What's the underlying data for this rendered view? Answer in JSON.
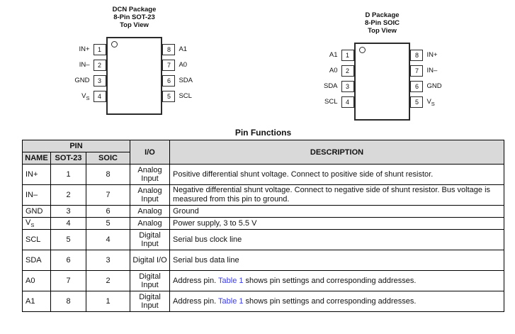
{
  "packages": [
    {
      "title_lines": [
        "DCN Package",
        "8-Pin SOT-23",
        "Top View"
      ],
      "left_pins": [
        {
          "label": "IN+",
          "num": "1"
        },
        {
          "label": "IN–",
          "num": "2"
        },
        {
          "label": "GND",
          "num": "3"
        },
        {
          "label": "V",
          "label_sub": "S",
          "num": "4"
        }
      ],
      "right_pins": [
        {
          "num": "8",
          "label": "A1"
        },
        {
          "num": "7",
          "label": "A0"
        },
        {
          "num": "6",
          "label": "SDA"
        },
        {
          "num": "5",
          "label": "SCL"
        }
      ]
    },
    {
      "title_lines": [
        "D Package",
        "8-Pin SOIC",
        "Top View"
      ],
      "left_pins": [
        {
          "label": "A1",
          "num": "1"
        },
        {
          "label": "A0",
          "num": "2"
        },
        {
          "label": "SDA",
          "num": "3"
        },
        {
          "label": "SCL",
          "num": "4"
        }
      ],
      "right_pins": [
        {
          "num": "8",
          "label": "IN+"
        },
        {
          "num": "7",
          "label": "IN–"
        },
        {
          "num": "6",
          "label": "GND"
        },
        {
          "num": "5",
          "label": "V",
          "label_sub": "S"
        }
      ]
    }
  ],
  "table": {
    "title": "Pin Functions",
    "headers": {
      "pin_group": "PIN",
      "name": "NAME",
      "sot23": "SOT-23",
      "soic": "SOIC",
      "io": "I/O",
      "description": "DESCRIPTION"
    },
    "rows": [
      {
        "name": "IN+",
        "sot23": "1",
        "soic": "8",
        "io": "Analog Input",
        "desc": "Positive differential shunt voltage. Connect to positive side of shunt resistor."
      },
      {
        "name": "IN–",
        "sot23": "2",
        "soic": "7",
        "io": "Analog Input",
        "desc": "Negative differential shunt voltage. Connect to negative side of shunt resistor. Bus voltage is measured from this pin to ground."
      },
      {
        "name": "GND",
        "sot23": "3",
        "soic": "6",
        "io": "Analog",
        "desc": "Ground"
      },
      {
        "name": "V",
        "name_sub": "S",
        "sot23": "4",
        "soic": "5",
        "io": "Analog",
        "desc": "Power supply, 3 to 5.5 V"
      },
      {
        "name": "SCL",
        "sot23": "5",
        "soic": "4",
        "io": "Digital Input",
        "desc": "Serial bus clock line"
      },
      {
        "name": "SDA",
        "sot23": "6",
        "soic": "3",
        "io": "Digital I/O",
        "desc": "Serial bus data line"
      },
      {
        "name": "A0",
        "sot23": "7",
        "soic": "2",
        "io": "Digital Input",
        "desc_pre": "Address pin. ",
        "desc_link": "Table 1",
        "desc_post": " shows pin settings and corresponding addresses."
      },
      {
        "name": "A1",
        "sot23": "8",
        "soic": "1",
        "io": "Digital Input",
        "desc_pre": "Address pin. ",
        "desc_link": "Table 1",
        "desc_post": " shows pin settings and corresponding addresses."
      }
    ]
  },
  "colors": {
    "link_blue": "#3b3be6",
    "table_header_gray": "#d9d9d9",
    "line_black": "#2b2b2b"
  }
}
